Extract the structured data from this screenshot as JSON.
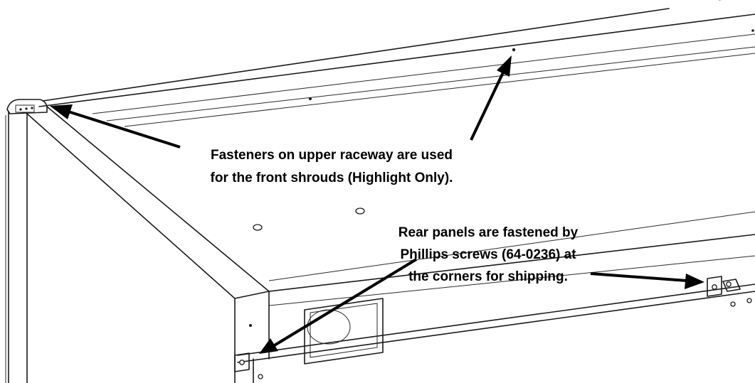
{
  "callouts": {
    "upper_raceway": {
      "line1": "Fasteners on upper raceway are used",
      "line2": "for the front shrouds (Highlight Only)."
    },
    "rear_panels": {
      "line1": "Rear panels are fastened by",
      "line2": "Phillips screws (64-0236) at",
      "line3": "the corners for shipping."
    }
  }
}
